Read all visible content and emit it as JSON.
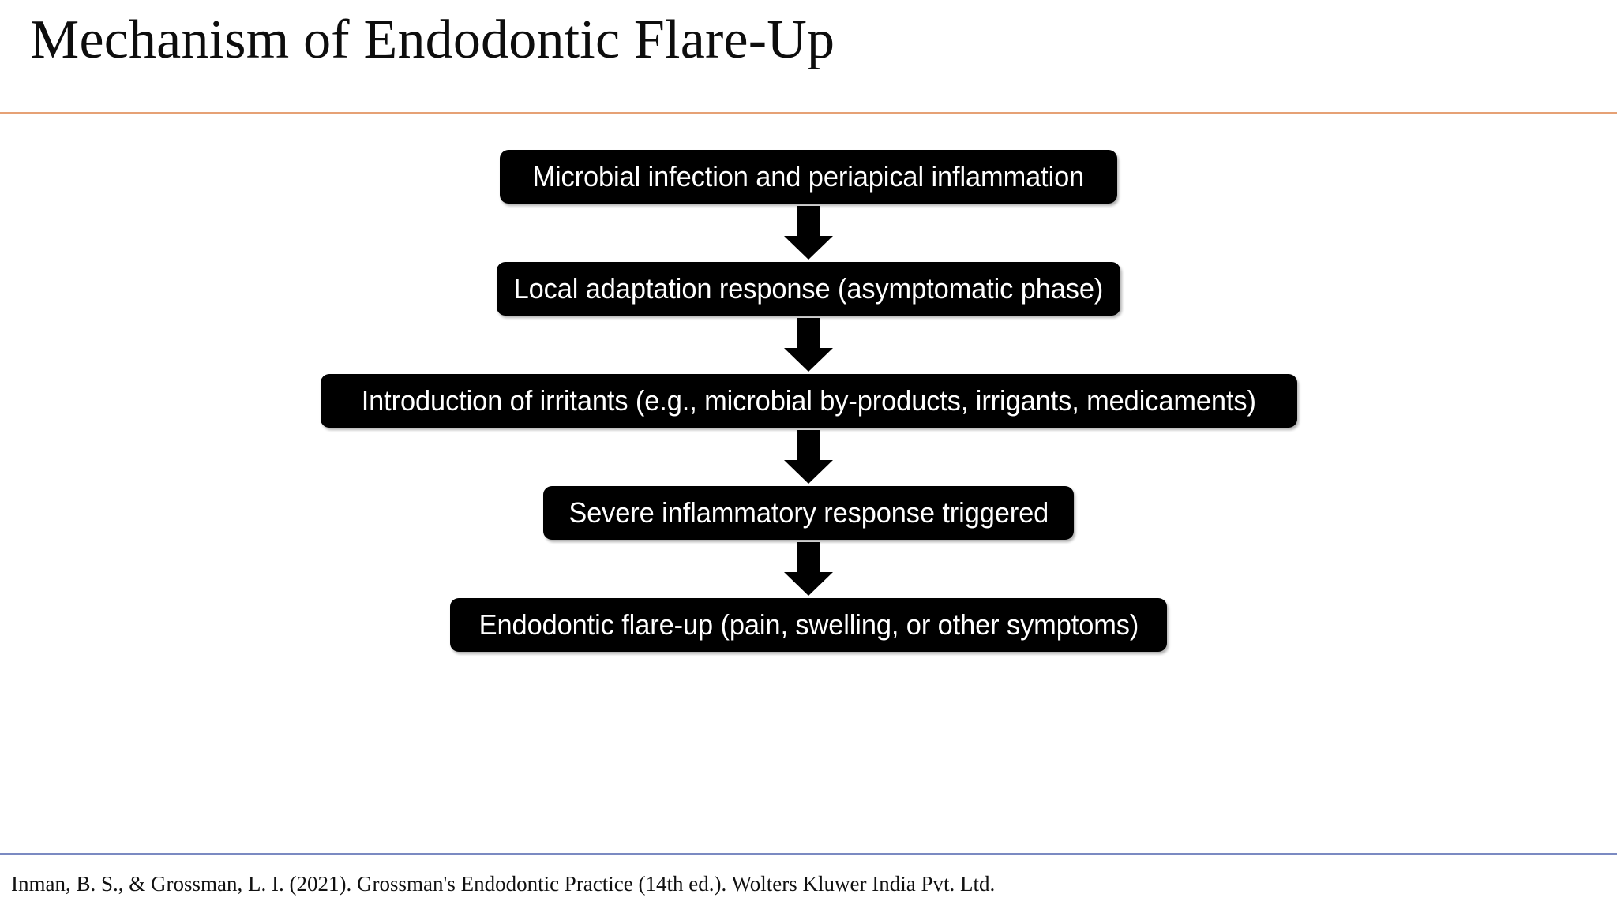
{
  "slide": {
    "title": "Mechanism of Endodontic Flare-Up",
    "background_color": "#ffffff",
    "title_rule_color": "#e6a175",
    "footer_rule_color": "#7b8ac2",
    "box_fill_color": "#000000",
    "box_text_color": "#ffffff",
    "arrow_color": "#000000"
  },
  "flow": {
    "steps": [
      {
        "label": "Microbial infection and periapical inflammation"
      },
      {
        "label": "Local adaptation response (asymptomatic phase)"
      },
      {
        "label": "Introduction of irritants (e.g., microbial by-products, irrigants, medicaments)"
      },
      {
        "label": "Severe inflammatory response triggered"
      },
      {
        "label": "Endodontic flare-up (pain, swelling, or other symptoms)"
      }
    ],
    "connectors": [
      {
        "icon": "down-arrow-icon"
      },
      {
        "icon": "down-arrow-icon"
      },
      {
        "icon": "down-arrow-icon"
      },
      {
        "icon": "down-arrow-icon"
      }
    ]
  },
  "footer": {
    "citation": "Inman, B. S., & Grossman, L. I. (2021). Grossman's Endodontic Practice (14th ed.). Wolters Kluwer India Pvt. Ltd."
  }
}
